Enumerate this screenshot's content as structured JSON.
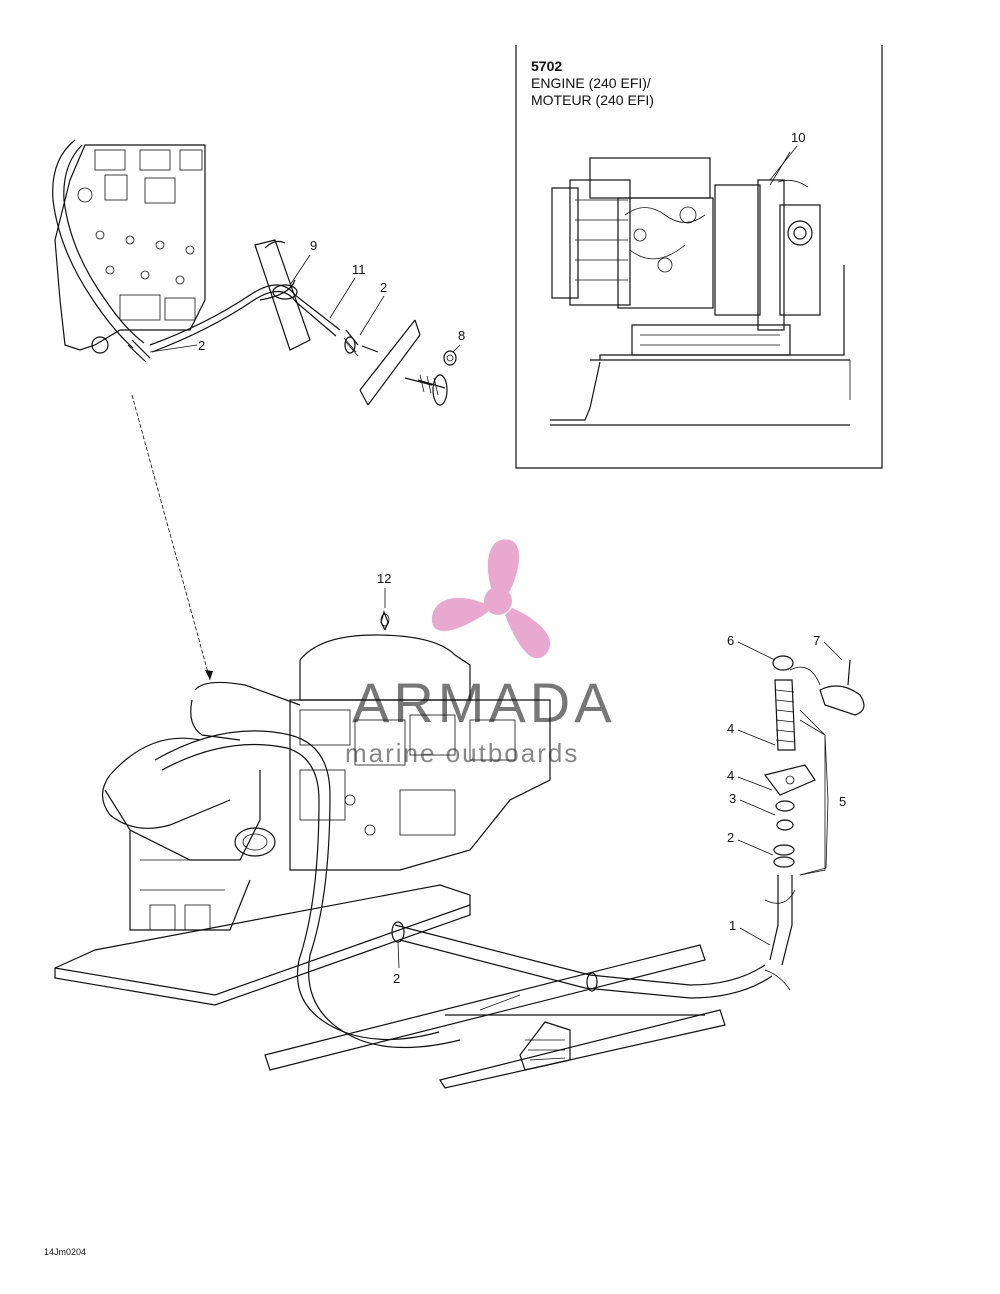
{
  "inset": {
    "code": "5702",
    "line1": "ENGINE (240 EFI)/",
    "line2": "MOTEUR (240 EFI)"
  },
  "callouts": {
    "c1": "1",
    "c2a": "2",
    "c2b": "2",
    "c2c": "2",
    "c2d": "2",
    "c3": "3",
    "c4a": "4",
    "c4b": "4",
    "c5": "5",
    "c6": "6",
    "c7": "7",
    "c8": "8",
    "c9": "9",
    "c10": "10",
    "c11": "11",
    "c12": "12"
  },
  "watermark": {
    "brand": "ARMADA",
    "tagline": "marine outboards",
    "logo_color": "#e9a9cf"
  },
  "figure_id": "14Jm0204"
}
